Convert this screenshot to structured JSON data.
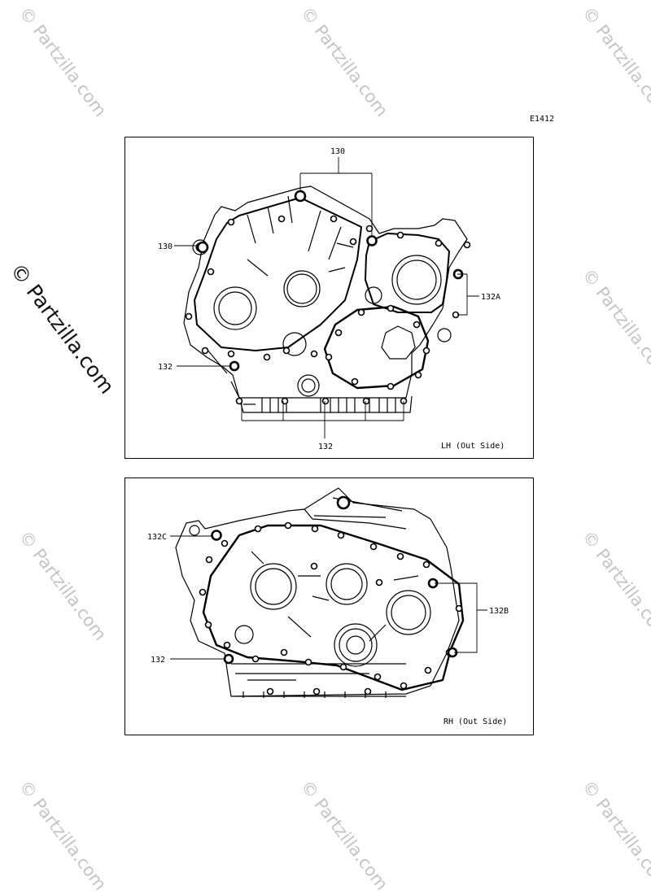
{
  "diagram_code": "E1412",
  "watermark": "© Partzilla.com",
  "side_watermark": "© Partzilla.com",
  "panels": [
    {
      "caption": "LH (Out Side)",
      "callouts": [
        "130",
        "130",
        "132A",
        "132",
        "132"
      ]
    },
    {
      "caption": "RH (Out Side)",
      "callouts": [
        "132C",
        "132B",
        "132"
      ]
    }
  ]
}
